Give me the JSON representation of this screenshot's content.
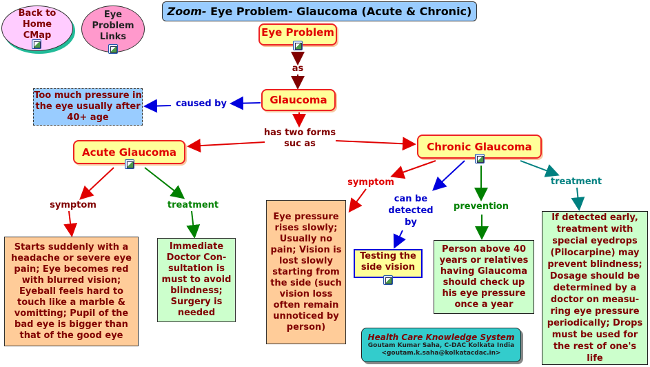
{
  "nav": {
    "back_home": "Back to Home CMap",
    "eye_links": "Eye Problem Links"
  },
  "title": {
    "prefix": "Zoom-",
    "text": " Eye Problem- Glaucoma (Acute & Chronic)"
  },
  "nodes": {
    "eye_problem": "Eye Problem",
    "glaucoma": "Glaucoma",
    "cause": "Too much pressure in the eye usually after 40+ age",
    "acute": "Acute Glaucoma",
    "chronic": "Chronic Glaucoma",
    "acute_symptom": "Starts suddenly with a headache or severe eye pain; Eye becomes red with blurred vision; Eyeball feels hard to touch like a marble & vomitting; Pupil of the bad eye is bigger than that of the good eye",
    "acute_treatment": "Immediate Doctor Con-sultation is must to avoid blindness; Surgery is needed",
    "chronic_symptom": "Eye pressure rises slowly; Usually no pain; Vision is lost slowly starting from the side (such vision loss often remain unnoticed by person)",
    "testing": "Testing the side vision",
    "prevention": "Person above 40 years or relatives having Glaucoma should check up his eye pressure once a year",
    "chronic_treatment": "If detected early, treatment with special eyedrops (Pilocarpine) may prevent blindness; Dosage should be determined by a doctor on measu-ring eye pressure periodically; Drops must be used for the rest of one's life"
  },
  "links": {
    "as": "as",
    "caused_by": "caused by",
    "has_two": "has two forms suc as",
    "symptom": "symptom",
    "treatment": "treatment",
    "can_be": "can be detected by",
    "prevention": "prevention"
  },
  "footer": {
    "title": "Health Care Knowledge System",
    "author": "Goutam Kumar Saha, C-DAC Kolkata India",
    "email": "<goutam.k.saha@kolkatacdac.in>"
  },
  "colors": {
    "dark_red": "#800000",
    "red": "#e00000",
    "blue": "#0000cc",
    "green": "#008000",
    "teal": "#008080"
  }
}
